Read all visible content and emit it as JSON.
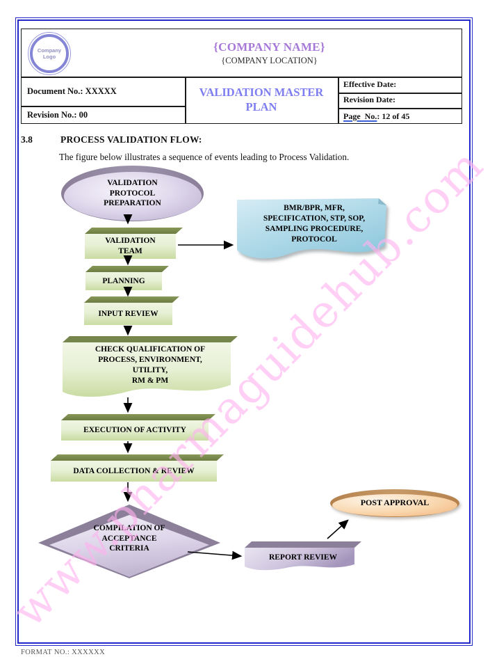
{
  "header": {
    "logo_text": "Company Logo",
    "company_name": "{COMPANY NAME}",
    "company_location": "{COMPANY LOCATION}",
    "document_no": "Document No.: XXXXX",
    "revision_no": "Revision No.: 00",
    "title": "VALIDATION MASTER PLAN",
    "effective_date": "Effective Date:",
    "revision_date": "Revision Date:",
    "page_label": "Page  No.",
    "page_value": ": 12 of 45"
  },
  "section": {
    "number": "3.8",
    "heading": "PROCESS VALIDATION FLOW:",
    "description": "The figure below illustrates a sequence of events leading to Process Validation."
  },
  "flowchart": {
    "nodes": {
      "protocol_preparation": "VALIDATION\nPROTOCOL\nPREPARATION",
      "validation_team": "VALIDATION\nTEAM",
      "planning": "PLANNING",
      "input_review": "INPUT REVIEW",
      "check_qualification": "CHECK QUALIFICATION OF\nPROCESS, ENVIRONMENT,\nUTILITY,\nRM & PM",
      "execution": "EXECUTION OF ACTIVITY",
      "data_collection": "DATA COLLECTION & REVIEW",
      "compilation": "COMPILATION OF\nACCEPTANCE\nCRITERIA",
      "report_review": "REPORT REVIEW",
      "post_approval": "POST APPROVAL",
      "documents": "BMR/BPR, MFR,\nSPECIFICATION, STP, SOP,\nSAMPLING PROCEDURE,\nPROTOCOL"
    }
  },
  "watermark": "www.pharmaguidehub.com",
  "footer": "FORMAT NO.: XXXXXX",
  "colors": {
    "frame_blue": "#2228c8",
    "title_periwinkle": "#7d7df0",
    "company_purple": "#a678d8",
    "olive_dark": "#75854b",
    "purple_dark": "#8b7f99",
    "tan_rim": "#b5824e",
    "watermark_pink": "#ffb2ef",
    "link_blue": "#3b62d8"
  }
}
